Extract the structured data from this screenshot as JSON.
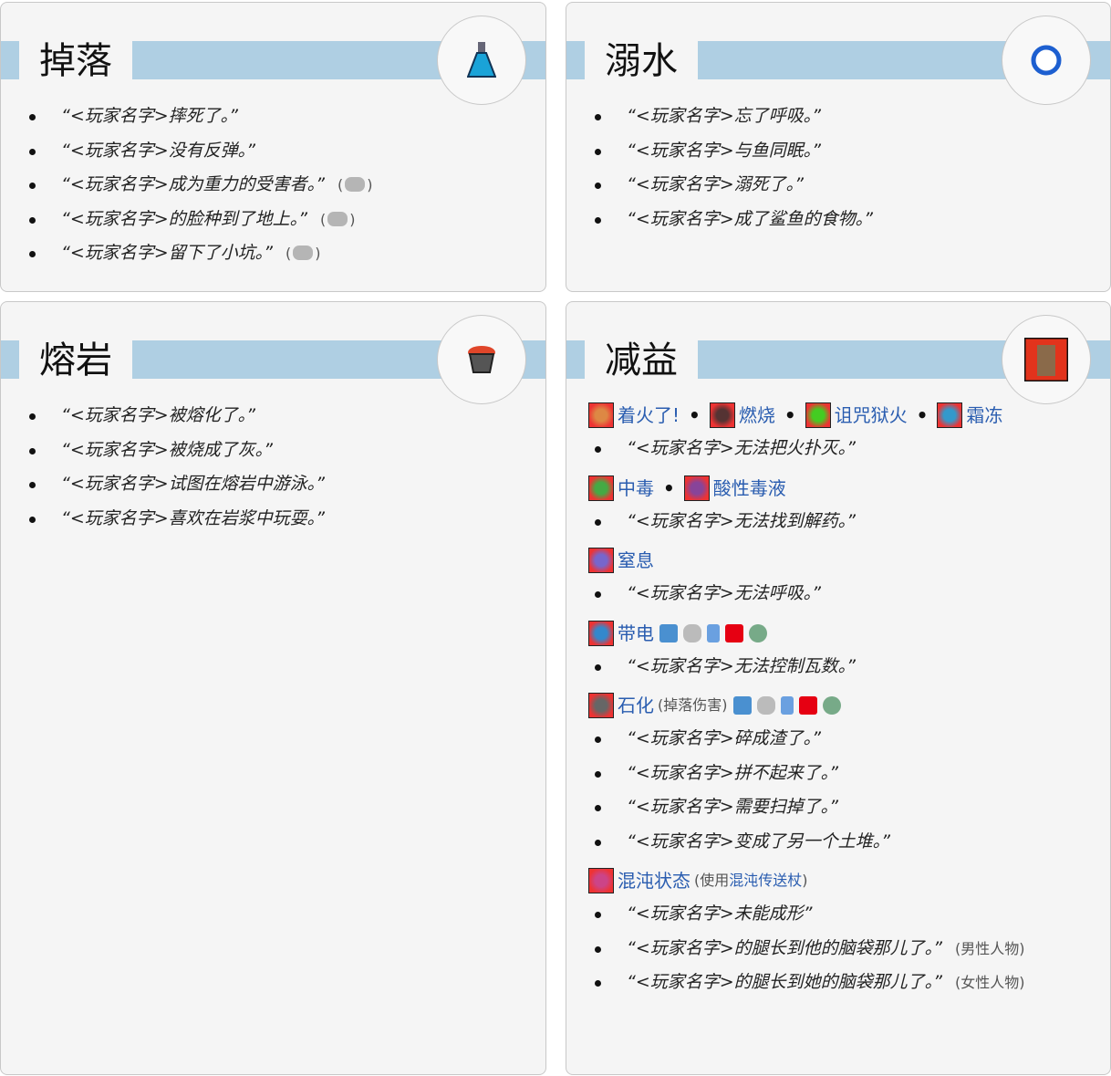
{
  "sections": [
    {
      "title": "掉落",
      "icon": "potion-icon",
      "items": [
        {
          "text": "“<玩家名字>摔死了。”"
        },
        {
          "text": "“<玩家名字>没有反弹。”"
        },
        {
          "text": "“<玩家名字>成为重力的受害者。”",
          "console": true
        },
        {
          "text": "“<玩家名字>的脸种到了地上。”",
          "console": true
        },
        {
          "text": "“<玩家名字>留下了小坑。”",
          "console": true
        }
      ]
    },
    {
      "title": "溺水",
      "icon": "bubble-icon",
      "items": [
        {
          "text": "“<玩家名字>忘了呼吸。”"
        },
        {
          "text": "“<玩家名字>与鱼同眠。”"
        },
        {
          "text": "“<玩家名字>溺死了。”"
        },
        {
          "text": "“<玩家名字>成了鲨鱼的食物。”"
        }
      ]
    },
    {
      "title": "熔岩",
      "icon": "lava-bucket-icon",
      "items": [
        {
          "text": "“<玩家名字>被熔化了。”"
        },
        {
          "text": "“<玩家名字>被烧成了灰。”"
        },
        {
          "text": "“<玩家名字>试图在熔岩中游泳。”"
        },
        {
          "text": "“<玩家名字>喜欢在岩浆中玩耍。”"
        }
      ]
    }
  ],
  "debuffs": {
    "title": "减益",
    "icon": "on-fire-debuff-icon",
    "groups": [
      {
        "links": [
          "着火了!",
          "燃烧",
          "诅咒狱火",
          "霜冻"
        ],
        "colors": [
          "#d84",
          "#533",
          "#4c2",
          "#39c"
        ],
        "items": [
          "“<玩家名字>无法把火扑灭。”"
        ]
      },
      {
        "links": [
          "中毒",
          "酸性毒液"
        ],
        "colors": [
          "#4a4",
          "#849"
        ],
        "items": [
          "“<玩家名字>无法找到解药。”"
        ]
      },
      {
        "links": [
          "窒息"
        ],
        "colors": [
          "#76c"
        ],
        "items": [
          "“<玩家名字>无法呼吸。”"
        ]
      },
      {
        "links": [
          "带电"
        ],
        "colors": [
          "#38c"
        ],
        "platforms": true,
        "items": [
          "“<玩家名字>无法控制瓦数。”"
        ]
      },
      {
        "links": [
          "石化"
        ],
        "colors": [
          "#666"
        ],
        "note": "(掉落伤害)",
        "platforms": true,
        "items": [
          "“<玩家名字>碎成渣了。”",
          "“<玩家名字>拼不起来了。”",
          "“<玩家名字>需要扫掉了。”",
          "“<玩家名字>变成了另一个土堆。”"
        ]
      },
      {
        "links": [
          "混沌状态"
        ],
        "colors": [
          "#c48"
        ],
        "note_prefix": "(使用",
        "note_link": "混沌传送杖",
        "note_suffix": ")",
        "items": [
          "“<玩家名字>未能成形”",
          {
            "text": "“<玩家名字>的腿长到他的脑袋那儿了。”",
            "note": "(男性人物)"
          },
          {
            "text": "“<玩家名字>的腿长到她的脑袋那儿了。”",
            "note": "(女性人物)"
          }
        ]
      }
    ]
  },
  "colors": {
    "bar": "#afcfe3",
    "link": "#2a5db0"
  }
}
